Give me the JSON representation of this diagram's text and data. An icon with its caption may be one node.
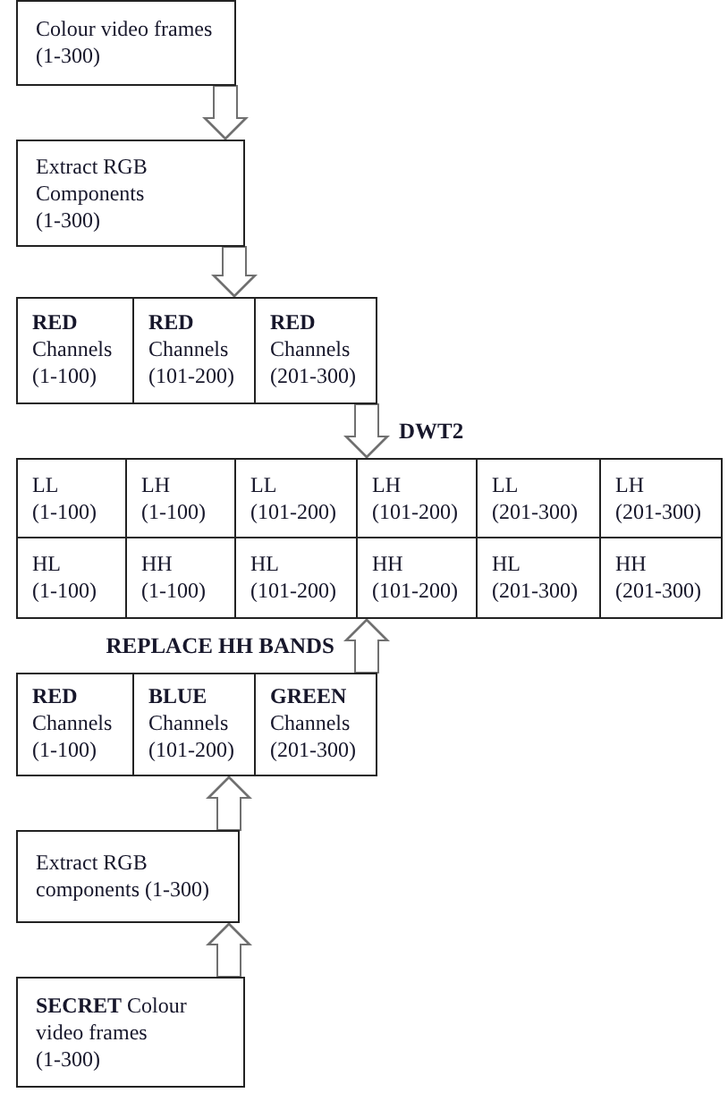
{
  "diagram": {
    "nodes": [
      {
        "text": [
          "Colour video frames",
          "(1-300)"
        ]
      },
      {
        "text": [
          "Extract RGB Components",
          "(1-300)"
        ]
      },
      {
        "text": [],
        "shape": "box"
      },
      {
        "text": [
          "RED",
          "Channels (1-100)"
        ],
        "in": 2
      },
      {
        "text": [
          "RED",
          "Channels (101-200)"
        ],
        "in": 2
      },
      {
        "text": [
          "RED",
          "Channels (201-300)"
        ],
        "in": 2
      },
      {
        "text": [],
        "shape": "box"
      },
      {
        "text": [
          "LL",
          "(1-100)"
        ],
        "in": 6
      },
      {
        "text": [
          "LH",
          "(1-100)"
        ],
        "in": 6
      },
      {
        "text": [
          "LL",
          "(101-200)"
        ],
        "in": 6
      },
      {
        "text": [
          "LH",
          "(101-200)"
        ],
        "in": 6
      },
      {
        "text": [
          "LL",
          "(201-300)"
        ],
        "in": 6
      },
      {
        "text": [
          "LH",
          "(201-300)"
        ],
        "in": 6
      },
      {
        "text": [
          "HL",
          "(1-100)"
        ],
        "in": 6
      },
      {
        "text": [
          "HH",
          "(1-100)"
        ],
        "in": 6
      },
      {
        "text": [
          "HL",
          "(101-200)"
        ],
        "in": 6
      },
      {
        "text": [
          "HH",
          "(101-200)"
        ],
        "in": 6
      },
      {
        "text": [
          "HL",
          "(201-300)"
        ],
        "in": 6
      },
      {
        "text": [
          "HH",
          "(201-300)"
        ],
        "in": 6
      },
      {
        "text": [],
        "shape": "box"
      },
      {
        "text": [
          "RED",
          "Channels (1-100)"
        ],
        "in": 19
      },
      {
        "text": [
          "BLUE",
          "Channels (101-200)"
        ],
        "in": 19
      },
      {
        "text": [
          "GREEN",
          "Channels (201-300)"
        ],
        "in": 19
      },
      {
        "text": [
          "Extract RGB components (1-300)"
        ]
      },
      {
        "text": [
          "**SECRET** Colour video frames",
          "(1-300)"
        ]
      }
    ],
    "edges": [
      {
        "from": 0,
        "to": 1,
        "arrow": "to"
      },
      {
        "from": 1,
        "to": 2,
        "arrow": "to"
      },
      {
        "from": 2,
        "to": 6,
        "arrow": "to",
        "label": "DWT2"
      },
      {
        "from": 19,
        "to": 6,
        "arrow": "to",
        "label": "REPLACE HH BANDS"
      },
      {
        "from": 23,
        "to": 19,
        "arrow": "to"
      },
      {
        "from": 24,
        "to": 23,
        "arrow": "to"
      }
    ]
  }
}
